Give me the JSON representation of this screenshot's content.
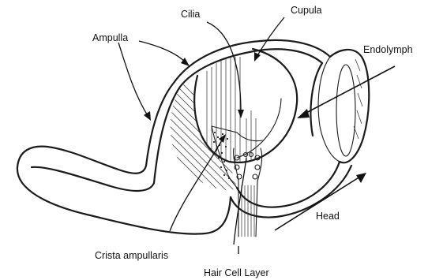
{
  "labels": {
    "cilia": "Cilia",
    "cupula": "Cupula",
    "ampulla": "Ampulla",
    "endolymph": "Endolymph",
    "crista_ampullaris": "Crista ampullaris",
    "head": "Head",
    "hair_cell_layer": "Hair Cell Layer"
  },
  "colors": {
    "ink": "#1b1b1b",
    "background": "#ffffff"
  }
}
